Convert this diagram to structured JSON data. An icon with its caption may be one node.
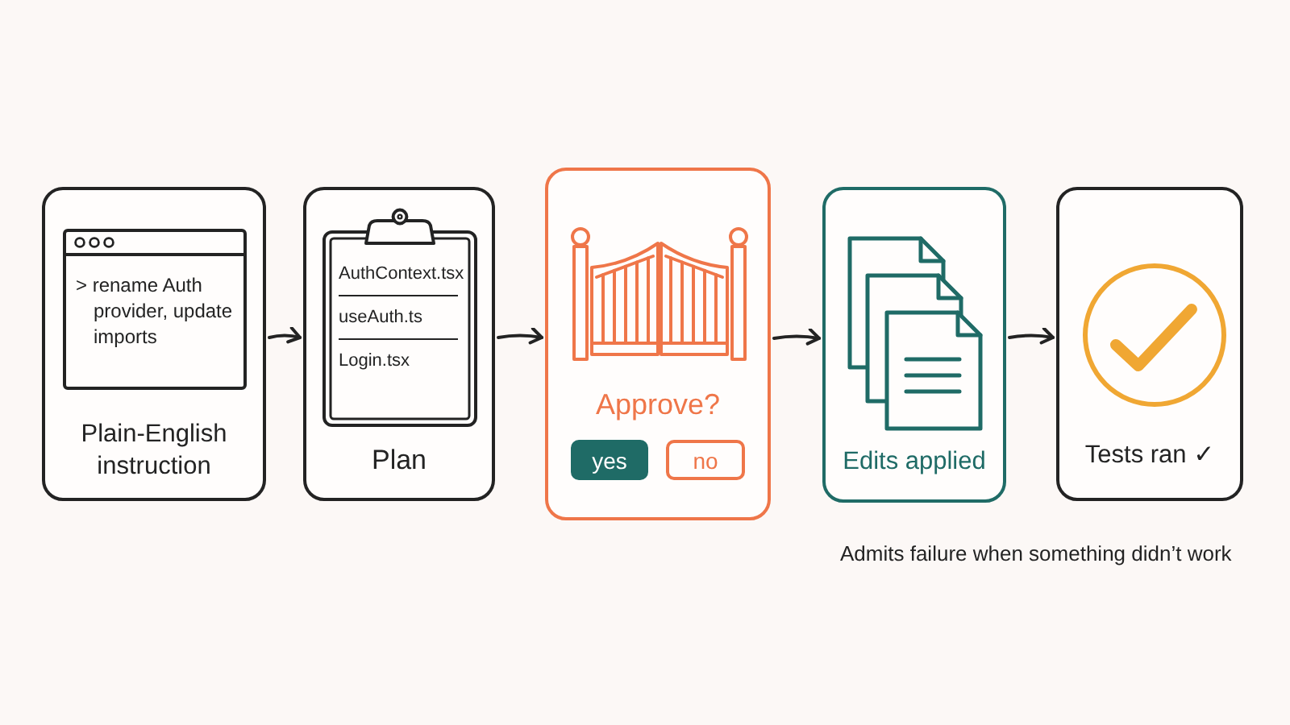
{
  "diagram": {
    "nodes": [
      {
        "text": [
          "Plain-English instruction"
        ]
      },
      {
        "text": [
          "> rename Auth provider, update imports"
        ],
        "in": 0
      },
      {
        "text": [
          "Plan"
        ]
      },
      {
        "text": [
          "AuthContext.tsx",
          "useAuth.ts",
          "Login.tsx"
        ],
        "in": 2
      },
      {
        "text": [
          "Approve?"
        ]
      },
      {
        "text": [
          "yes"
        ],
        "in": 4
      },
      {
        "text": [
          "no"
        ],
        "in": 4
      },
      {
        "text": [
          "Edits applied"
        ]
      },
      {
        "text": [
          "Tests ran ✓"
        ]
      }
    ],
    "edges": [
      {
        "from": 0,
        "to": 2,
        "arrow": "to"
      },
      {
        "from": 2,
        "to": 4,
        "arrow": "to"
      },
      {
        "from": 4,
        "to": 7,
        "arrow": "to"
      },
      {
        "from": 7,
        "to": 8,
        "arrow": "to"
      }
    ],
    "labels": [
      "Admits failure when something didn’t work"
    ]
  }
}
